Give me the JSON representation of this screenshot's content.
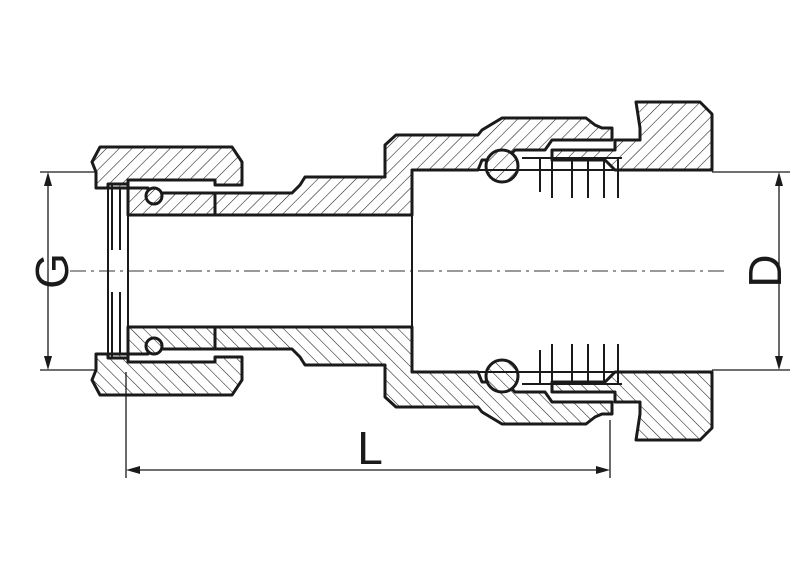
{
  "dimensions": {
    "g_label": "G",
    "d_label": "D",
    "l_label": "L"
  },
  "colors": {
    "line": "#1a1a1a",
    "background": "#ffffff"
  }
}
